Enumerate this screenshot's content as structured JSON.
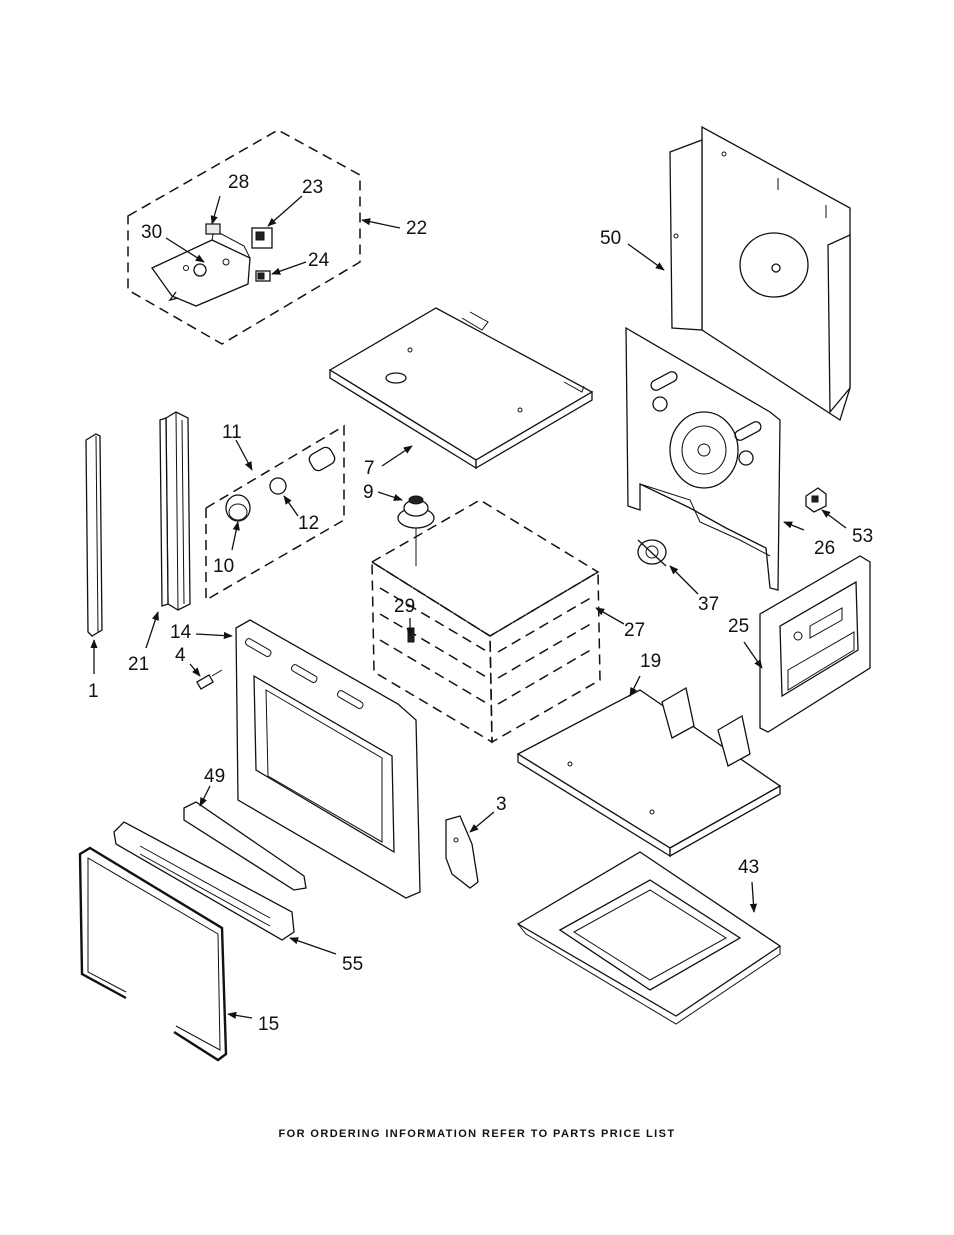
{
  "footer": "FOR ORDERING INFORMATION REFER TO PARTS PRICE LIST",
  "callouts": {
    "c1": "1",
    "c3": "3",
    "c4": "4",
    "c7": "7",
    "c9": "9",
    "c10": "10",
    "c11": "11",
    "c12": "12",
    "c14": "14",
    "c15": "15",
    "c19": "19",
    "c21": "21",
    "c22": "22",
    "c23": "23",
    "c24": "24",
    "c25": "25",
    "c26": "26",
    "c27": "27",
    "c28": "28",
    "c29": "29",
    "c30": "30",
    "c37": "37",
    "c43": "43",
    "c49": "49",
    "c50": "50",
    "c53": "53",
    "c55": "55"
  }
}
